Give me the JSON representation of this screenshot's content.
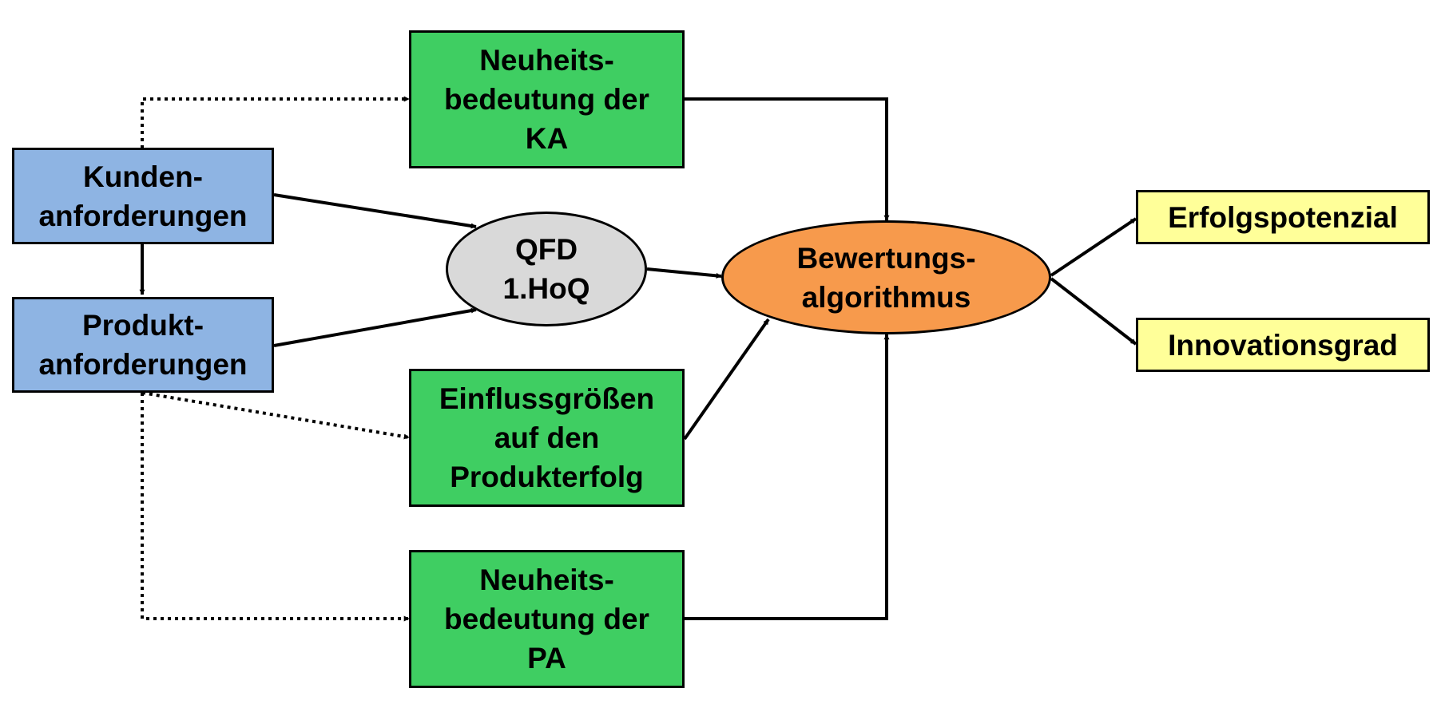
{
  "colors": {
    "input": "#8eb4e3",
    "factor": "#3fce62",
    "qfd": "#d9d9d9",
    "algorithm": "#f79a4c",
    "output": "#ffff99",
    "line": "#000000"
  },
  "nodes": {
    "kunden": {
      "line1": "Kunden-",
      "line2": "anforderungen"
    },
    "produkt": {
      "line1": "Produkt-",
      "line2": "anforderungen"
    },
    "neuheit_ka": {
      "line1": "Neuheits-",
      "line2": "bedeutung der",
      "line3": "KA"
    },
    "qfd": {
      "line1": "QFD",
      "line2": "1.HoQ"
    },
    "einfluss": {
      "line1": "Einflussgrößen",
      "line2": "auf den",
      "line3": "Produkterfolg"
    },
    "neuheit_pa": {
      "line1": "Neuheits-",
      "line2": "bedeutung der",
      "line3": "PA"
    },
    "bewertung": {
      "line1": "Bewertungs-",
      "line2": "algorithmus"
    },
    "erfolg": {
      "line1": "Erfolgspotenzial"
    },
    "innovation": {
      "line1": "Innovationsgrad"
    }
  },
  "edges": [
    {
      "from": "kunden",
      "to": "produkt",
      "style": "solid"
    },
    {
      "from": "kunden",
      "to": "qfd",
      "style": "solid"
    },
    {
      "from": "produkt",
      "to": "qfd",
      "style": "solid"
    },
    {
      "from": "kunden",
      "to": "neuheit_ka",
      "style": "dotted"
    },
    {
      "from": "produkt",
      "to": "einfluss",
      "style": "dotted"
    },
    {
      "from": "produkt",
      "to": "neuheit_pa",
      "style": "dotted"
    },
    {
      "from": "qfd",
      "to": "bewertung",
      "style": "solid"
    },
    {
      "from": "neuheit_ka",
      "to": "bewertung",
      "style": "solid"
    },
    {
      "from": "einfluss",
      "to": "bewertung",
      "style": "solid"
    },
    {
      "from": "neuheit_pa",
      "to": "bewertung",
      "style": "solid"
    },
    {
      "from": "bewertung",
      "to": "erfolg",
      "style": "solid"
    },
    {
      "from": "bewertung",
      "to": "innovation",
      "style": "solid"
    }
  ]
}
